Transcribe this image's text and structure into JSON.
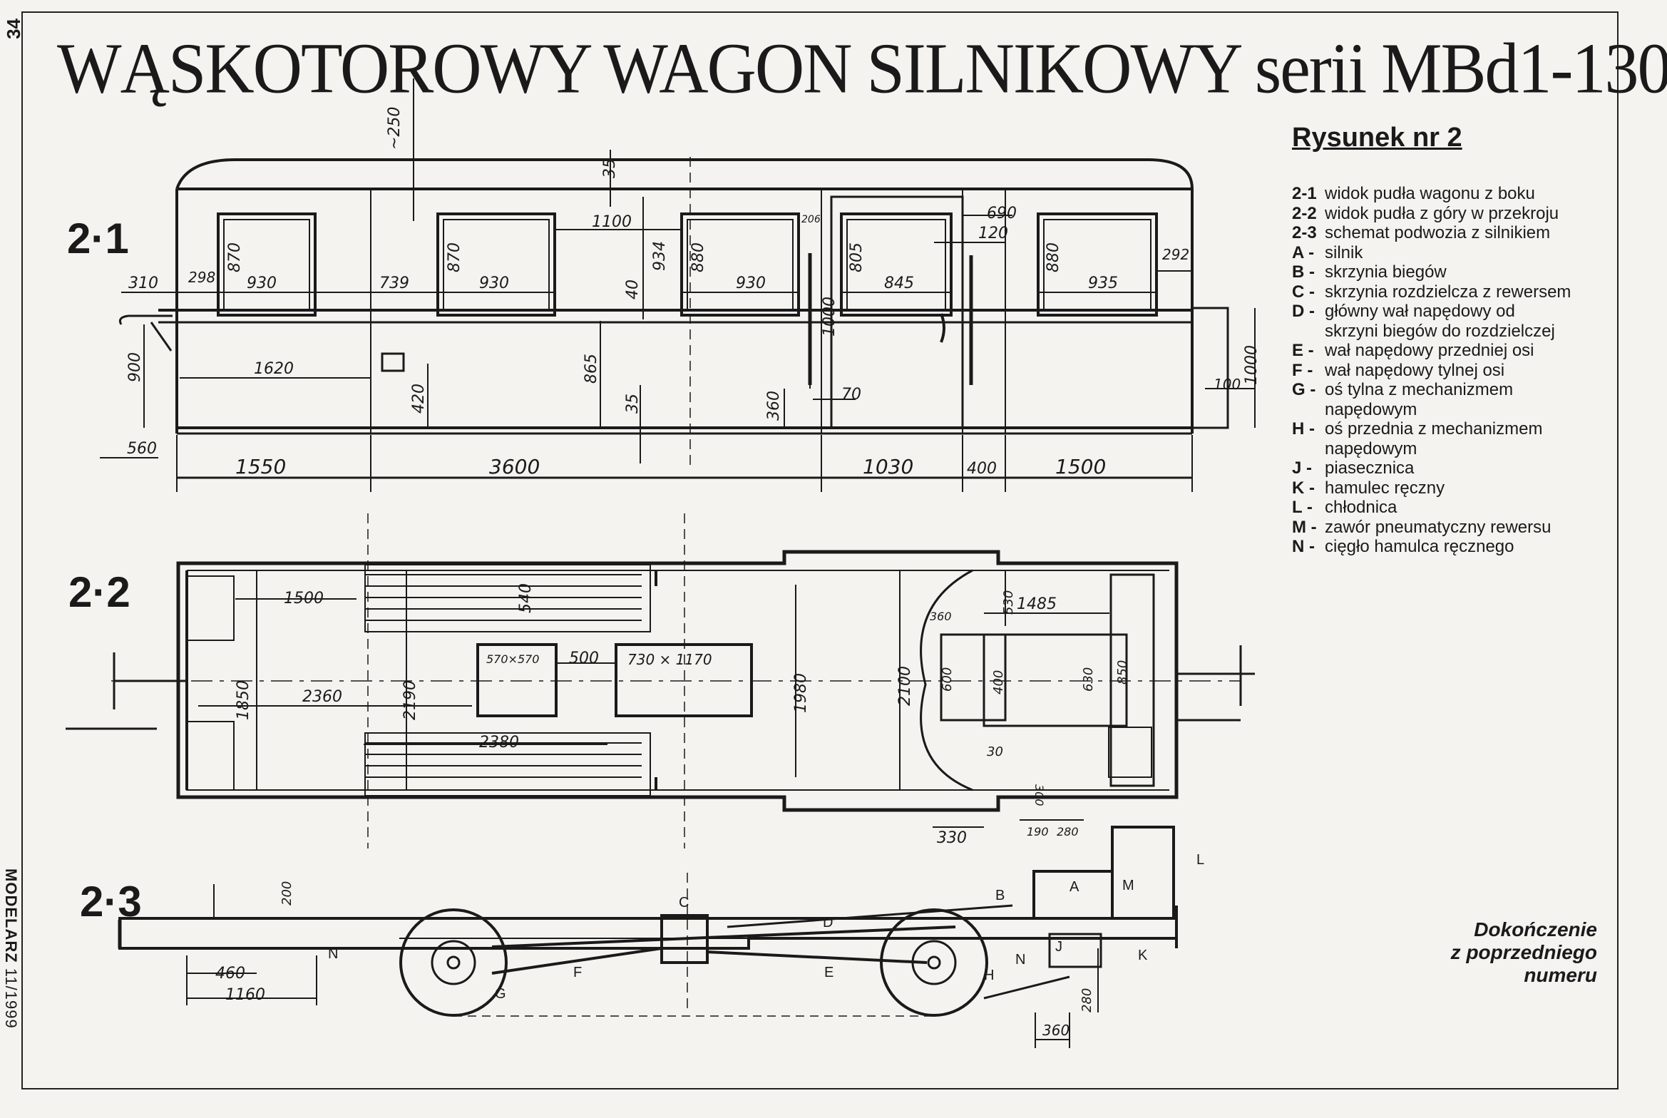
{
  "page_number": "34",
  "side_caption": {
    "magazine": "MODELARZ",
    "issue": "11/1999"
  },
  "title": "WĄSKOTOROWY WAGON SILNIKOWY serii MBd1-130",
  "figure_label": "Rysunek nr 2",
  "legend": [
    {
      "key": "2-1",
      "text": "widok pudła wagonu z boku"
    },
    {
      "key": "2-2",
      "text": "widok pudła z góry w przekroju"
    },
    {
      "key": "2-3",
      "text": "schemat podwozia z silnikiem"
    },
    {
      "key": "A -",
      "text": "silnik"
    },
    {
      "key": "B -",
      "text": "skrzynia biegów"
    },
    {
      "key": "C -",
      "text": "skrzynia rozdzielcza z rewersem"
    },
    {
      "key": "D -",
      "text": "główny wał napędowy od\nskrzyni biegów do rozdzielczej"
    },
    {
      "key": "E -",
      "text": "wał napędowy przedniej osi"
    },
    {
      "key": "F -",
      "text": "wał napędowy tylnej osi"
    },
    {
      "key": "G -",
      "text": "oś tylna z mechanizmem\nnapędowym"
    },
    {
      "key": "H -",
      "text": "oś przednia z mechanizmem\nnapędowym"
    },
    {
      "key": "J -",
      "text": "piasecznica"
    },
    {
      "key": "K -",
      "text": "hamulec ręczny"
    },
    {
      "key": "L -",
      "text": "chłodnica"
    },
    {
      "key": "M -",
      "text": "zawór pneumatyczny rewersu"
    },
    {
      "key": "N -",
      "text": "cięgło hamulca ręcznego"
    }
  ],
  "note": "Dokończenie\nz poprzedniego\nnumeru",
  "views": {
    "side": "2·1",
    "top": "2·2",
    "chassis": "2·3"
  },
  "dims_side": {
    "d250": "~250",
    "d35a": "35",
    "d1100": "1100",
    "d206": "206",
    "d690": "690",
    "d120": "120",
    "d870a": "870",
    "d870b": "870",
    "d880a": "880",
    "d805": "805",
    "d880b": "880",
    "d934": "934",
    "d310": "310",
    "d298": "298",
    "d930a": "930",
    "d739": "739",
    "d930b": "930",
    "d40": "40",
    "d930c": "930",
    "d845": "845",
    "d935": "935",
    "d292": "292",
    "d1000a": "1000",
    "d900": "900",
    "d1620": "1620",
    "d865": "865",
    "d420": "420",
    "d1000b": "1000",
    "d100": "100",
    "d360": "360",
    "d70": "70",
    "d35b": "35",
    "d560": "560",
    "d1550": "1550",
    "d3600": "3600",
    "d1030": "1030",
    "d400": "400",
    "d1500": "1500"
  },
  "dims_top": {
    "d1500": "1500",
    "d540": "540",
    "d1850": "1850",
    "d2190": "2190",
    "d570": "570×570",
    "d500": "500",
    "d730": "730 × 1170",
    "d1980": "1980",
    "d2100": "2100",
    "d360": "360",
    "d530": "530",
    "d1485": "1485",
    "d600": "600",
    "d400": "400",
    "d630": "630",
    "d850": "850",
    "d2360": "2360",
    "d2380": "2380",
    "d30": "30",
    "d300": "300",
    "d330": "330",
    "d190": "190",
    "d280": "280"
  },
  "dims_chassis": {
    "d200": "200",
    "d460": "460",
    "d1160": "1160",
    "d280": "280",
    "d360": "360"
  },
  "chassis_letters": {
    "A": "A",
    "B": "B",
    "C": "C",
    "D": "D",
    "E": "E",
    "F": "F",
    "G": "G",
    "H": "H",
    "J": "J",
    "K": "K",
    "L": "L",
    "M": "M",
    "N1": "N",
    "N2": "N"
  }
}
